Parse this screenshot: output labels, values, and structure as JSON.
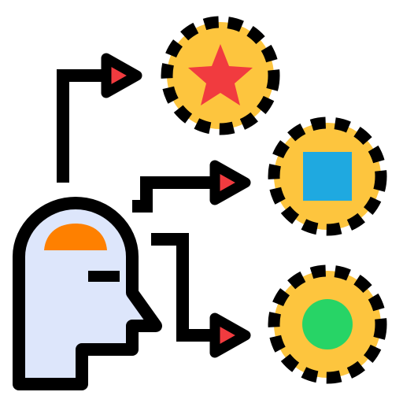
{
  "icon": {
    "name": "decision-options-icon",
    "colors": {
      "outline": "#000000",
      "head_fill": "#dde6fb",
      "brain": "#fe8000",
      "token_fill": "#fdc53e",
      "arrow_head_fill": "#f13b3f",
      "star": "#f13b3f",
      "square": "#1fa9e0",
      "circle": "#27d466"
    },
    "options": [
      {
        "name": "star-option",
        "shape": "star"
      },
      {
        "name": "square-option",
        "shape": "square"
      },
      {
        "name": "circle-option",
        "shape": "circle"
      }
    ]
  }
}
